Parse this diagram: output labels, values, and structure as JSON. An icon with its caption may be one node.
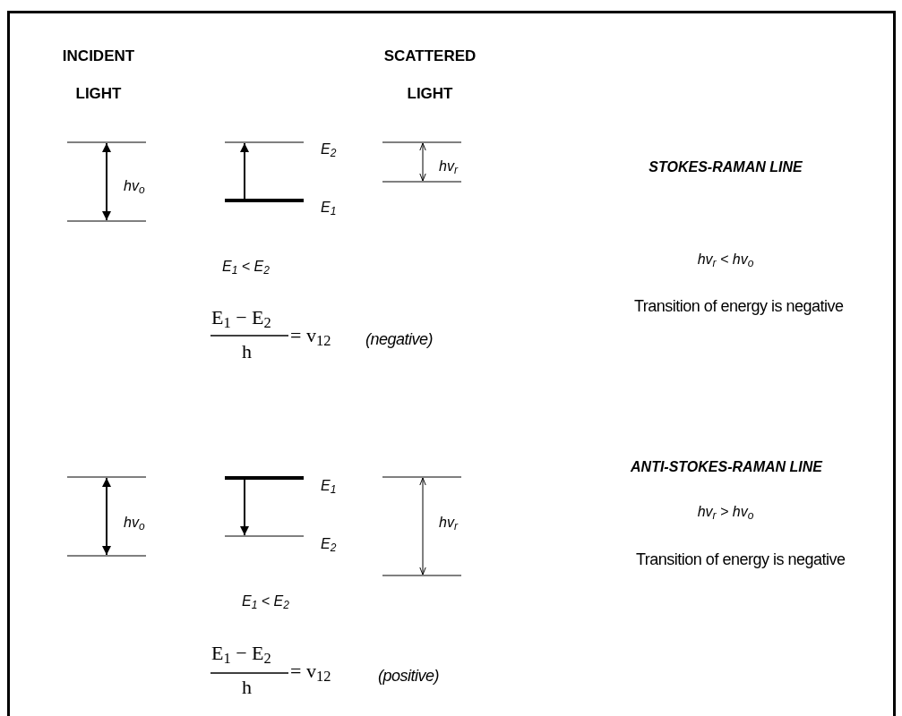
{
  "diagram": {
    "labels": [
      "INCIDENT LIGHT",
      "SCATTERED LIGHT",
      "hv$_{o}$",
      "E$_{2}$",
      "hv$_{r}$",
      "STOKES-RAMAN LINE",
      "E$_{1}$",
      "E$_{1}$ < E$_{2}$",
      "hv$_{r}$ < hv$_{o}$",
      "E$_{1}$ − E$_{2}$",
      "h",
      "= v$_{12}$",
      "(negative)",
      "Transition of energy is negative",
      "hv$_{o}$",
      "ANTI-STOKES-RAMAN LINE",
      "E$_{1}$",
      "hv$_{r}$",
      "E$_{2}$",
      "hv$_{r}$ > hv$_{o}$",
      "E$_{1}$ < E$_{2}$",
      "Transition of energy is negative",
      "E$_{1}$ − E$_{2}$",
      "h",
      "= v$_{12}$",
      "(positive)"
    ]
  }
}
